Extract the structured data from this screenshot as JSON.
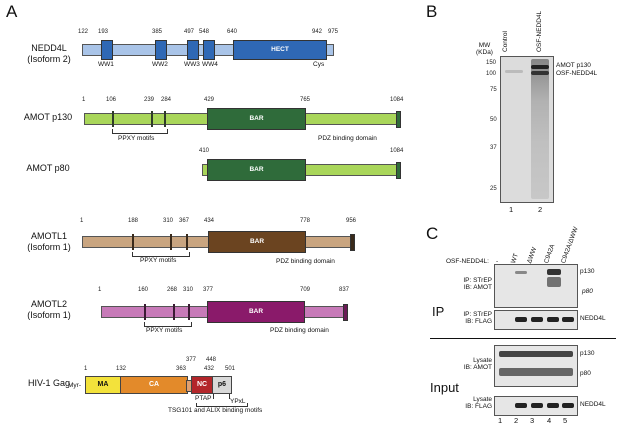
{
  "panels": {
    "a": "A",
    "b": "B",
    "c": "C"
  },
  "nedd4l": {
    "name": "NEDD4L\n(Isoform 2)",
    "numbers": [
      "122",
      "193",
      "385",
      "497",
      "548",
      "640",
      "942",
      "975"
    ],
    "ww": [
      "WW1",
      "WW2",
      "WW3",
      "WW4"
    ],
    "hect": "HECT",
    "cys": "Cys",
    "colors": {
      "body": "#a9c4e8",
      "domain": "#2f68b5"
    }
  },
  "amot_p130": {
    "name": "AMOT p130",
    "numbers": [
      "1",
      "106",
      "239",
      "284",
      "429",
      "765",
      "1084"
    ],
    "bar": "BAR",
    "motifs": "PPXY motifs",
    "pdz": "PDZ binding domain",
    "colors": {
      "body": "#a9d65a",
      "domain": "#2f6b3a"
    }
  },
  "amot_p80": {
    "name": "AMOT p80",
    "numbers": [
      "410",
      "1084"
    ],
    "bar": "BAR"
  },
  "amotl1": {
    "name": "AMOTL1\n(Isoform 1)",
    "numbers": [
      "1",
      "188",
      "310",
      "367",
      "434",
      "778",
      "956"
    ],
    "bar": "BAR",
    "motifs": "PPXY motifs",
    "pdz": "PDZ binding domain",
    "colors": {
      "body": "#c9a580",
      "domain": "#6b4420"
    }
  },
  "amotl2": {
    "name": "AMOTL2\n(Isoform 1)",
    "numbers": [
      "1",
      "160",
      "268",
      "310",
      "377",
      "709",
      "837"
    ],
    "bar": "BAR",
    "motifs": "PPXY motifs",
    "pdz": "PDZ binding domain",
    "colors": {
      "body": "#c77ab8",
      "domain": "#8a1a6a"
    }
  },
  "gag": {
    "name": "HIV-1 Gag",
    "myr": "Myr-",
    "numbers": [
      "1",
      "132",
      "363",
      "377",
      "448",
      "432",
      "501"
    ],
    "ma": "MA",
    "ca": "CA",
    "nc": "NC",
    "p6": "p6",
    "ptap": "PTAP",
    "ypxl": "YPxL",
    "motifs": "TSG101 and ALIX binding motifs",
    "colors": {
      "ma": "#f3e23b",
      "ca": "#e38a2a",
      "nc": "#b3262a",
      "p6": "#d9d9d9"
    }
  },
  "blot_b": {
    "mw_label": "MW\n(KDa)",
    "lanes": [
      "Control",
      "OSF-NEDD4L"
    ],
    "markers": [
      "150",
      "100",
      "75",
      "50",
      "37",
      "25"
    ],
    "right_labels": [
      "AMOT p130",
      "OSF-NEDD4L"
    ],
    "lane_numbers": [
      "1",
      "2"
    ]
  },
  "blot_c": {
    "osf_label": "OSF-NEDD4L:",
    "lanes": [
      "-",
      "WT",
      "ΔWW",
      "C942A",
      "C942A/ΔWW"
    ],
    "ip_header": "IP",
    "input_header": "Input",
    "rows": [
      {
        "label": "IP: STrEP\nIB: AMOT",
        "right": [
          "p130",
          "p80"
        ]
      },
      {
        "label": "IP: STrEP\nIB: FLAG",
        "right": [
          "NEDD4L"
        ]
      },
      {
        "label": "Lysate\nIB: AMOT",
        "right": [
          "p130",
          "p80"
        ]
      },
      {
        "label": "Lysate\nIB: FLAG",
        "right": [
          "NEDD4L"
        ]
      }
    ],
    "lane_numbers": [
      "1",
      "2",
      "3",
      "4",
      "5"
    ]
  }
}
